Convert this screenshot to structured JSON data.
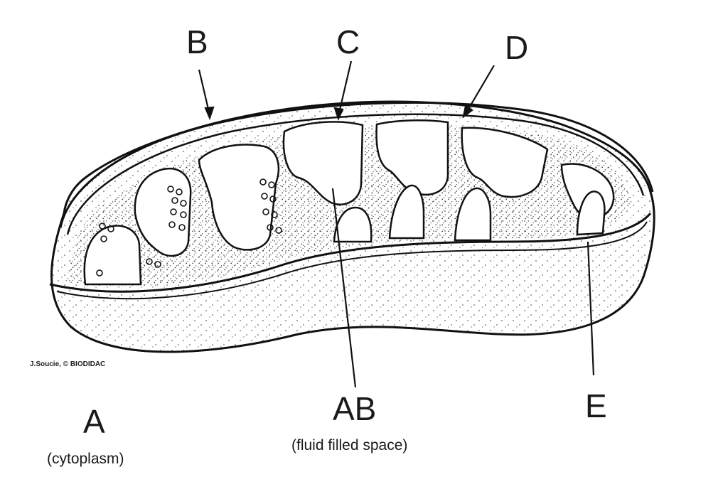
{
  "labels": {
    "a": "A",
    "a_sub": "(cytoplasm)",
    "b": "B",
    "c": "C",
    "d": "D",
    "e": "E",
    "ab": "AB",
    "ab_sub": "(fluid filled space)"
  },
  "credit": "J.Soucie, © BIODIDAC"
}
